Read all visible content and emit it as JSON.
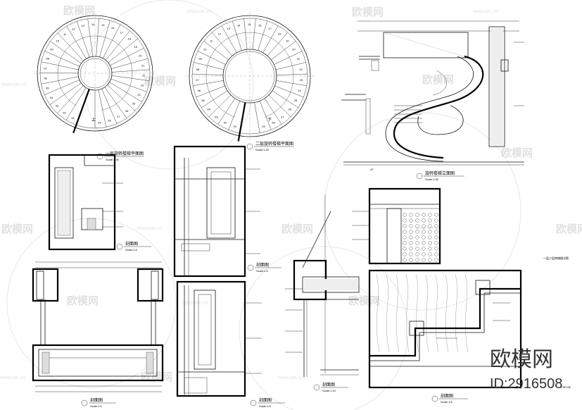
{
  "watermark": {
    "brand": "欧模网",
    "url": "www.om.cn",
    "id_text": "ID:2916508"
  },
  "stair_plan_1": {
    "title": "一层旋转楼梯平面图",
    "scale": "Scale:1:30",
    "note_up": "上",
    "step_numbers": [
      "01",
      "02",
      "03",
      "04",
      "05",
      "06",
      "07",
      "08",
      "09",
      "10",
      "11",
      "12",
      "13",
      "14",
      "15",
      "16",
      "17",
      "18",
      "19",
      "20",
      "21",
      "22",
      "23",
      "24",
      "25",
      "26",
      "27",
      "28",
      "29"
    ]
  },
  "stair_plan_2": {
    "title": "二层旋转楼梯平面图",
    "scale": "Scale:1:30",
    "note_down": "下",
    "step_numbers": [
      "01",
      "02",
      "03",
      "04",
      "05",
      "06",
      "07",
      "08",
      "09",
      "10",
      "11",
      "12",
      "13",
      "14",
      "15",
      "16",
      "17",
      "18",
      "19",
      "20",
      "21",
      "22",
      "23",
      "24",
      "25",
      "26",
      "27",
      "28",
      "29"
    ]
  },
  "elevation": {
    "title": "旋转楼梯立面图",
    "scale": "Scale:1:30",
    "floor_label": "1F"
  },
  "section_small": {
    "title": "剖面图",
    "scale": "Scale:1:5"
  },
  "section_bottom_left": {
    "title": "剖面图",
    "scale": "Scale:1:5"
  },
  "section_mid": {
    "title": "剖面图",
    "scale": "Scale:1:5"
  },
  "section_mid_low": {
    "title": "剖面图",
    "scale": "Scale:1:5"
  },
  "section_center": {
    "title": "剖面图",
    "scale": "Scale:1:10"
  },
  "section_right_bottom": {
    "title": "剖面图",
    "scale": "Scale:1:5"
  },
  "right_note": "一层二层转梯楼详图",
  "sheet_no": "1:5P136"
}
